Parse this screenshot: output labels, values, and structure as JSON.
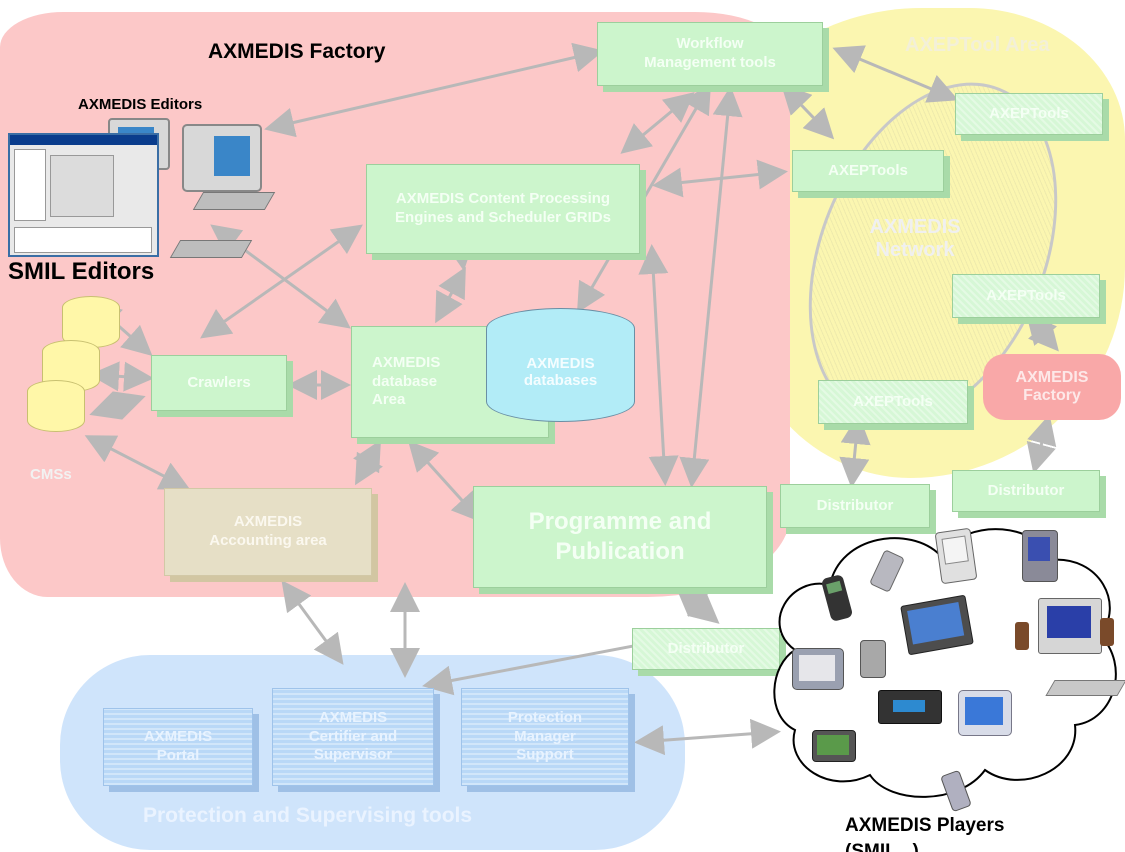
{
  "areas": {
    "factory": "AXMEDIS Factory",
    "axeptool_area": "AXEPTool Area",
    "network": "AXMEDIS Network",
    "protection": "Protection and Supervising tools",
    "players": "AXMEDIS Players (SMIL...)"
  },
  "editors": {
    "axmedis_editors": "AXMEDIS Editors",
    "smil_editors": "SMIL Editors"
  },
  "boxes": {
    "workflow": "Workflow Management tools",
    "content_processing": "AXMEDIS Content Processing Engines and Scheduler GRIDs",
    "crawlers": "Crawlers",
    "database_area": "AXMEDIS database Area",
    "databases": "AXMEDIS databases",
    "accounting": "AXMEDIS Accounting area",
    "programme": "Programme and Publication",
    "cmss": "CMSs",
    "axeptools_1": "AXEPTools",
    "axeptools_2": "AXEPTools",
    "axeptools_3": "AXEPTools",
    "axeptools_4": "AXEPTools",
    "remote_factory": "AXMEDIS Factory",
    "distributor_1": "Distributor",
    "distributor_2": "Distributor",
    "distributor_3": "Distributor",
    "portal": "AXMEDIS Portal",
    "certifier": "AXMEDIS Certifier and Supervisor",
    "protection_manager": "Protection Manager Support"
  },
  "colors": {
    "factory_area": "#fcc8c8",
    "axeptool_area": "#fbf6b0",
    "protection_area": "#cfe4fb",
    "box_green": "#ccf5cc",
    "arrow_gray": "#b8b8b8"
  }
}
